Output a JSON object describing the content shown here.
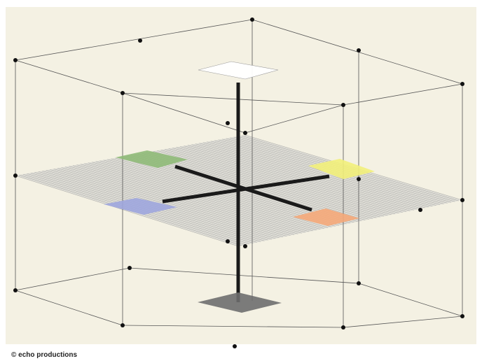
{
  "credit": "© echo productions",
  "colors": {
    "paper": "#f4f1e3",
    "frame_line": "#555555",
    "node": "#111111",
    "axis": "#1a1a1a",
    "plane_fill": "#d9d9d4",
    "plane_line": "#8c8c8c",
    "white_patch": "#ffffff",
    "green_patch": "#8fba78",
    "yellow_patch": "#f2f07a",
    "blue_patch": "#9fa6de",
    "orange_patch": "#f5a879",
    "gray_patch": "#6e6e6e"
  },
  "patches": [
    {
      "name": "white-patch",
      "color_key": "white_patch"
    },
    {
      "name": "green-patch",
      "color_key": "green_patch"
    },
    {
      "name": "yellow-patch",
      "color_key": "yellow_patch"
    },
    {
      "name": "blue-patch",
      "color_key": "blue_patch"
    },
    {
      "name": "orange-patch",
      "color_key": "orange_patch"
    },
    {
      "name": "gray-patch",
      "color_key": "gray_patch"
    }
  ]
}
